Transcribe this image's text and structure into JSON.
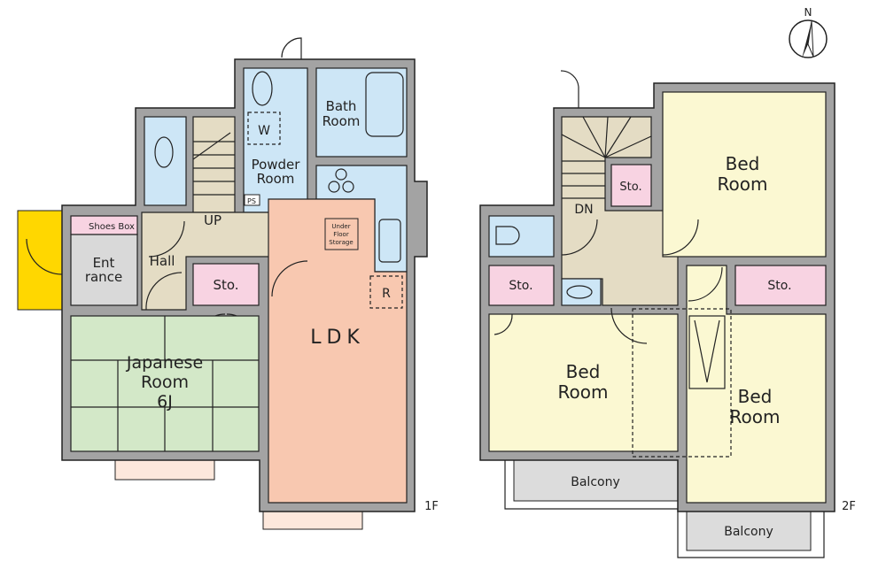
{
  "colors": {
    "wall": "#a3a3a3",
    "wet_area": "#cde6f6",
    "hall": "#e4dcc4",
    "storage": "#f8d3e2",
    "ldk": "#f8c8b0",
    "japanese_room": "#d3e8c8",
    "bedroom": "#fbf8d2",
    "entrance": "#d9d9d9",
    "porch": "#ffd700",
    "bay": "#fde8dc",
    "balcony": "#dcdcdc"
  },
  "compass": {
    "label": "N"
  },
  "floor1": {
    "floor_label": "1F",
    "rooms": {
      "bath": [
        "Bath",
        "Room"
      ],
      "powder": [
        "Powder",
        "Room"
      ],
      "washer": "W",
      "ps": "PS",
      "up": "UP",
      "hall": "Hall",
      "shoes_box": "Shoes Box",
      "entrance": [
        "Ent",
        "rance"
      ],
      "storage": "Sto.",
      "under_floor": [
        "Under",
        "Floor",
        "Storage"
      ],
      "refrigerator": "R",
      "ldk": "LDK",
      "japanese": [
        "Japanese",
        "Room",
        "6J"
      ]
    }
  },
  "floor2": {
    "floor_label": "2F",
    "rooms": {
      "dn": "DN",
      "storage_stair": "Sto.",
      "storage_left": "Sto.",
      "storage_right": "Sto.",
      "bed_top": [
        "Bed",
        "Room"
      ],
      "bed_left": [
        "Bed",
        "Room"
      ],
      "bed_right": [
        "Bed",
        "Room"
      ],
      "balcony_left": "Balcony",
      "balcony_right": "Balcony"
    }
  }
}
